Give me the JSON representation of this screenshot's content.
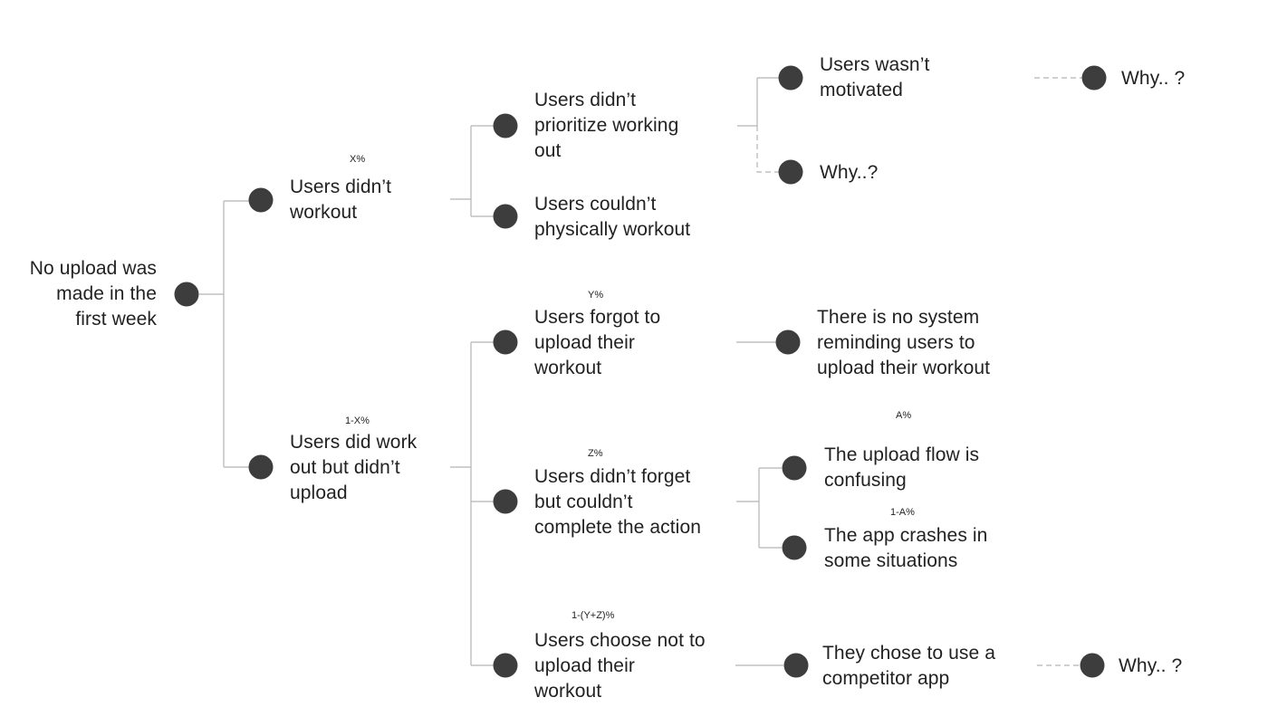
{
  "colors": {
    "dot": "#3d3d3d",
    "line": "#b5b5b5",
    "text": "#222222"
  },
  "tree": {
    "root": {
      "label": "No upload was\nmade in the\nfirst week"
    },
    "l1": [
      {
        "label": "Users didn’t\nworkout",
        "pct": "X%"
      },
      {
        "label": "Users did work\nout but didn’t\nupload",
        "pct": "1-X%"
      }
    ],
    "l2": [
      {
        "label": "Users didn’t\nprioritize working\nout",
        "pct": ""
      },
      {
        "label": "Users couldn’t\nphysically workout",
        "pct": ""
      },
      {
        "label": "Users forgot to\nupload their\nworkout",
        "pct": "Y%"
      },
      {
        "label": "Users didn’t forget\nbut couldn’t\ncomplete the action",
        "pct": "Z%"
      },
      {
        "label": "Users choose not to\nupload their\nworkout",
        "pct": "1-(Y+Z)%"
      }
    ],
    "l3": [
      {
        "label": "Users wasn’t\nmotivated",
        "pct": ""
      },
      {
        "label": "Why..?",
        "pct": ""
      },
      {
        "label": "There is no system\nreminding users to\nupload their workout",
        "pct": ""
      },
      {
        "label": "The upload flow is\nconfusing",
        "pct": "A%"
      },
      {
        "label": "The app crashes in\nsome situations",
        "pct": "1-A%"
      },
      {
        "label": "They chose to use a\ncompetitor app",
        "pct": ""
      }
    ],
    "l4": [
      {
        "label": "Why.. ?"
      },
      {
        "label": "Why.. ?"
      }
    ]
  }
}
